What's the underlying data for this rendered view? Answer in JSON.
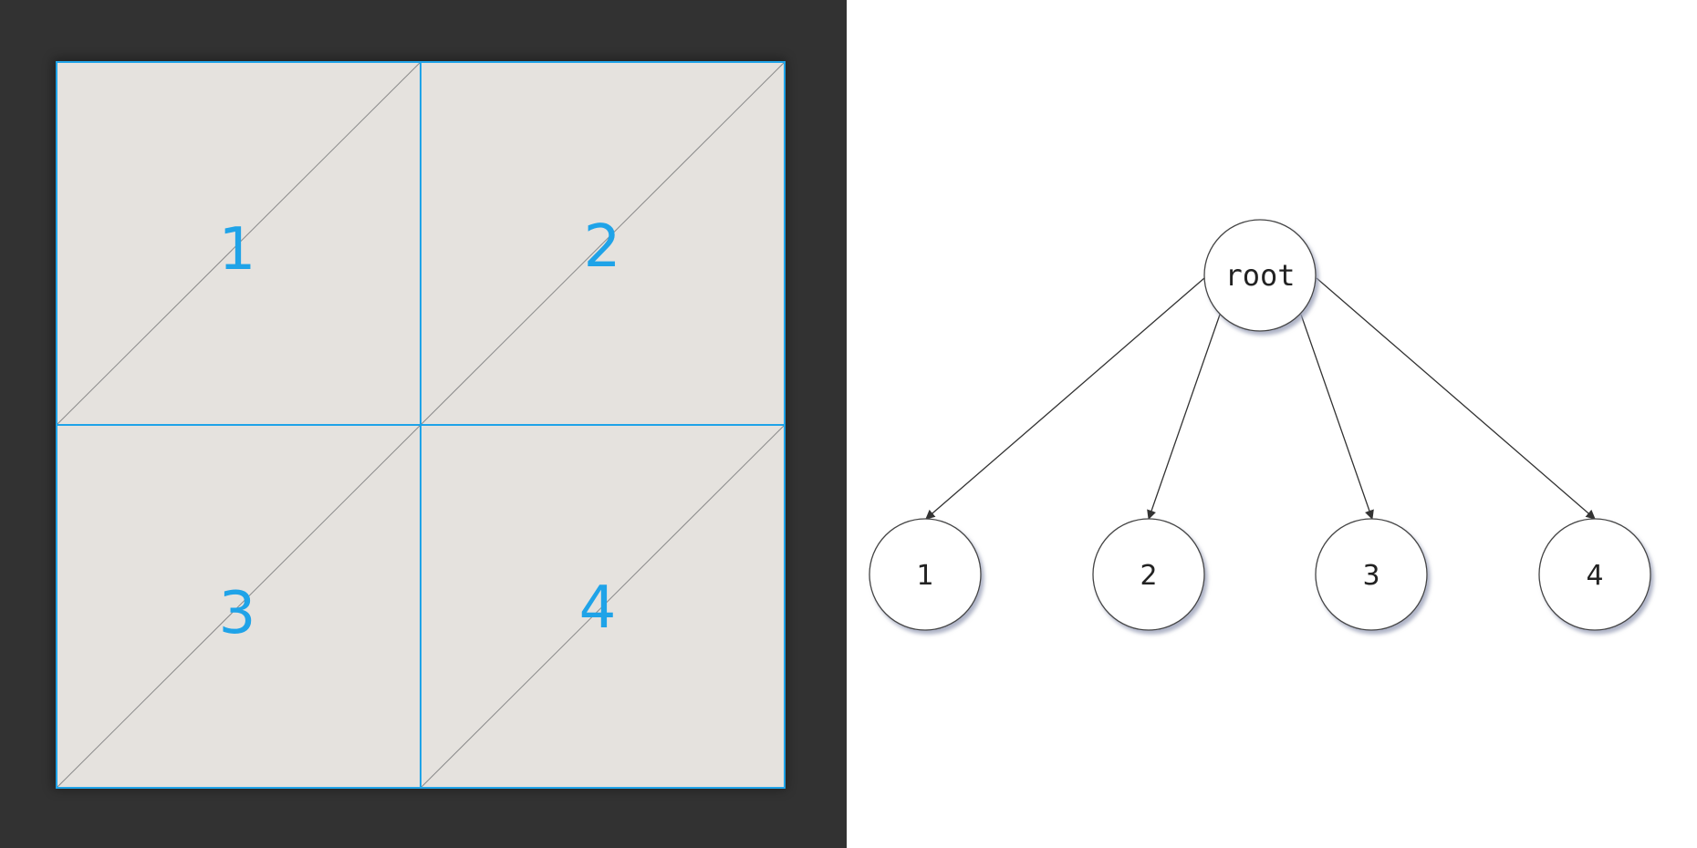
{
  "grid": {
    "quadrants": [
      {
        "id": "q1",
        "label": "1"
      },
      {
        "id": "q2",
        "label": "2"
      },
      {
        "id": "q3",
        "label": "3"
      },
      {
        "id": "q4",
        "label": "4"
      }
    ],
    "colors": {
      "background": "#323232",
      "fill": "#e5e2de",
      "border": "#1fa3e8",
      "diagonal": "#8a8a8a",
      "label": "#1fa3e8"
    }
  },
  "tree": {
    "root": {
      "label": "root"
    },
    "children": [
      {
        "label": "1"
      },
      {
        "label": "2"
      },
      {
        "label": "3"
      },
      {
        "label": "4"
      }
    ],
    "colors": {
      "node_fill": "#ffffff",
      "node_stroke": "#444444",
      "edge": "#333333",
      "shadow": "#9aa0b8"
    }
  }
}
